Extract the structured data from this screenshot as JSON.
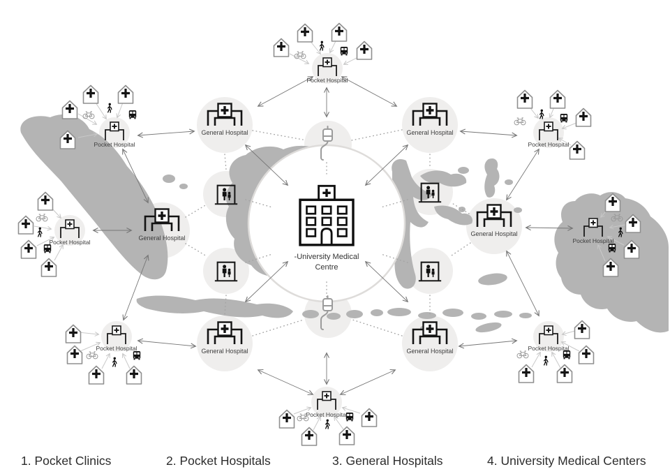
{
  "legend": {
    "items": [
      {
        "label": "1. Pocket Clinics"
      },
      {
        "label": "2. Pocket Hospitals"
      },
      {
        "label": "3. General Hospitals"
      },
      {
        "label": "4. University Medical Centers"
      }
    ]
  },
  "center_node": {
    "line1": "-University Medical",
    "line2": "Centre"
  },
  "node_labels": {
    "general_hospital": "General Hospital",
    "pocket_hospital": "Pocket Hospital"
  },
  "node_counts": {
    "university_medical_centre": 1,
    "general_hospitals": 6,
    "pocket_hospitals": 8,
    "pocket_clinic_houses": 32,
    "patient_icons": 4,
    "iv_drip_icons": 2
  },
  "icons": {
    "umc_building": "hospital-building-with-cross",
    "general_hospital_gate": "gate-with-cross-sign-and-inner-gate",
    "pocket_hospital_gate": "small-gate-with-cross-sign",
    "pocket_clinic_house": "house-with-cross",
    "patients": "people-in-shelter-frame",
    "iv_drip": "iv-drip-bag-with-tube",
    "bicycle": "bicycle",
    "walking_person": "pedestrian",
    "bus": "bus-front"
  },
  "colors": {
    "background": "#ffffff",
    "map_gray": "#b4b4b4",
    "node_circle": "#efeeed",
    "center_circle_fill": "#ffffff",
    "center_circle_stroke": "#dedcda",
    "icon_black": "#141414",
    "icon_gray": "#9b9b9b",
    "arrow_gray": "#767676",
    "arrow_light": "#c9c9c9",
    "dotted_line": "#a3a3a3",
    "label_text": "#3d3d3d",
    "legend_text": "#2c2c2c"
  }
}
